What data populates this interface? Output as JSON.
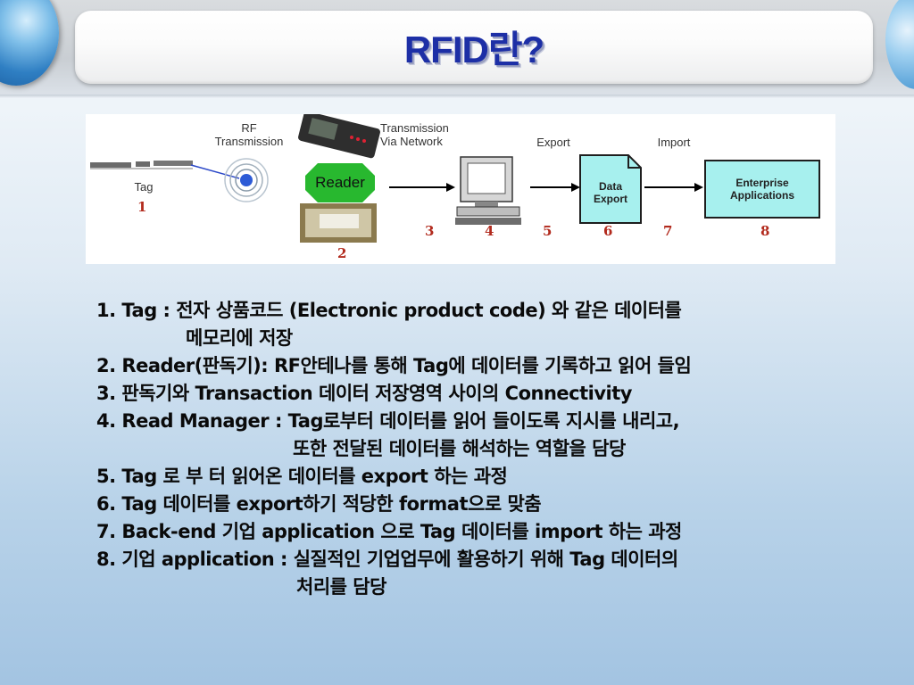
{
  "title": "RFID란?",
  "diagram": {
    "labels": {
      "rf_transmission": "RF\nTransmission",
      "transmission_via_network": "Transmission\nVia Network",
      "export": "Export",
      "import": "Import",
      "tag": "Tag",
      "reader": "Reader",
      "data_export": "Data\nExport",
      "enterprise_applications": "Enterprise\nApplications"
    },
    "numbers": [
      "1",
      "2",
      "3",
      "4",
      "5",
      "6",
      "7",
      "8"
    ]
  },
  "items": [
    "1.  Tag : 전자 상품코드 (Electronic product code) 와 같은 데이터를",
    "메모리에 저장",
    "2.  Reader(판독기): RF안테나를 통해 Tag에 데이터를 기록하고 읽어 들임",
    "3. 판독기와 Transaction 데이터 저장영역 사이의 Connectivity",
    "4. Read Manager : Tag로부터 데이터를 읽어 들이도록 지시를 내리고,",
    "또한 전달된 데이터를 해석하는 역할을 담당",
    "5. Tag 로 부 터 읽어온 데이터를 export 하는 과정",
    "6. Tag 데이터를 export하기 적당한 format으로 맞춤",
    "7. Back-end 기업 application 으로 Tag 데이터를 import 하는 과정",
    "8. 기업 application : 실질적인 기업업무에 활용하기 위해 Tag 데이터의",
    "처리를 담당"
  ]
}
